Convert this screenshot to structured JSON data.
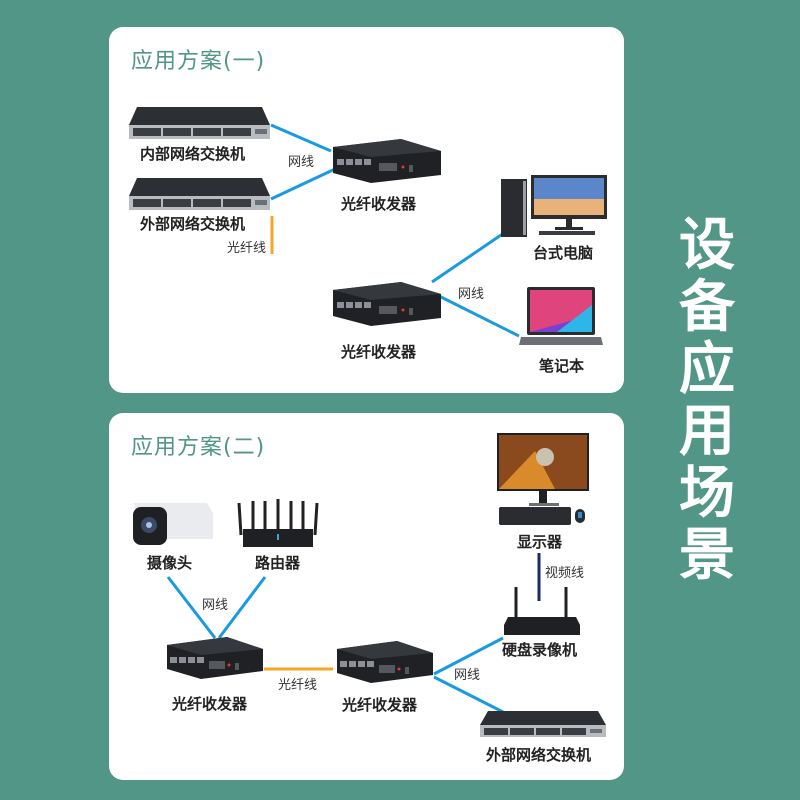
{
  "side_title": [
    "设",
    "备",
    "应",
    "用",
    "场",
    "景"
  ],
  "colors": {
    "background": "#519686",
    "ethernet": "#1a9ae0",
    "fiber": "#f6a623",
    "video": "#1c2a6b"
  },
  "panel1": {
    "title": "应用方案(一)",
    "labels": {
      "switch_internal": "内部网络交换机",
      "switch_external": "外部网络交换机",
      "transceiver_top": "光纤收发器",
      "transceiver_bottom": "光纤收发器",
      "desktop": "台式电脑",
      "laptop": "笔记本"
    },
    "wires": {
      "ethernet_left": "网线",
      "fiber": "光纤线",
      "ethernet_right": "网线"
    }
  },
  "panel2": {
    "title": "应用方案(二)",
    "labels": {
      "camera": "摄像头",
      "router": "路由器",
      "transceiver_left": "光纤收发器",
      "transceiver_right": "光纤收发器",
      "monitor": "显示器",
      "nvr": "硬盘录像机",
      "switch_external": "外部网络交换机"
    },
    "wires": {
      "ethernet_left": "网线",
      "fiber": "光纤线",
      "video": "视频线",
      "ethernet_right": "网线"
    }
  }
}
